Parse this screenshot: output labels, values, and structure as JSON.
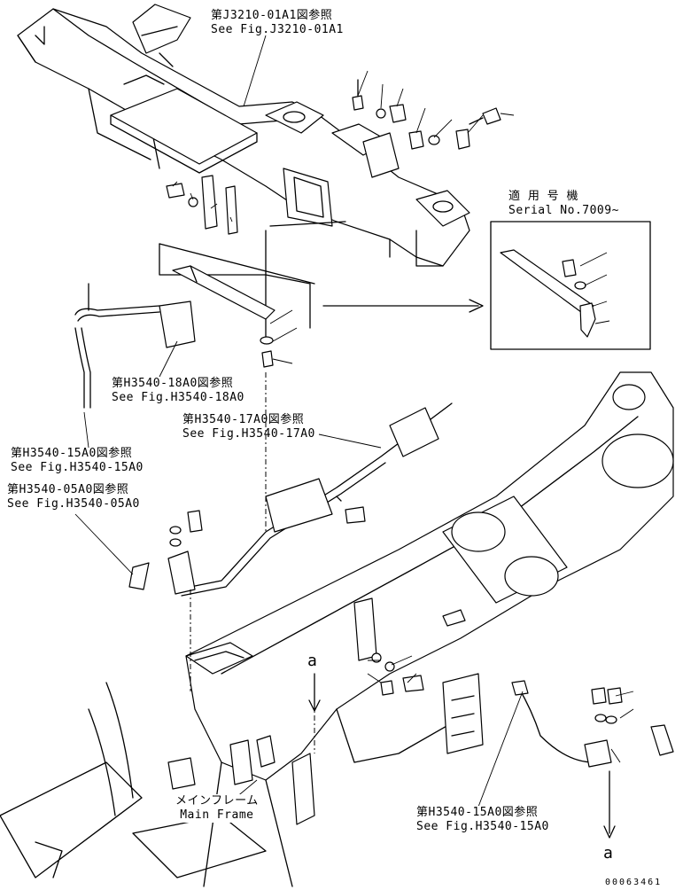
{
  "labels": {
    "ref_j3210_jp": "第J3210-01A1図参照",
    "ref_j3210_en": "See Fig.J3210-01A1",
    "serial_jp": "適 用 号 機",
    "serial_en": "Serial No.7009~",
    "ref_h3540_18_jp": "第H3540-18A0図参照",
    "ref_h3540_18_en": "See Fig.H3540-18A0",
    "ref_h3540_17_jp": "第H3540-17A0図参照",
    "ref_h3540_17_en": "See Fig.H3540-17A0",
    "ref_h3540_15_jp": "第H3540-15A0図参照",
    "ref_h3540_15_en": "See Fig.H3540-15A0",
    "ref_h3540_05_jp": "第H3540-05A0図参照",
    "ref_h3540_05_en": "See Fig.H3540-05A0",
    "main_frame_jp": "メインフレーム",
    "main_frame_en": "Main Frame",
    "ref_h3540_15b_jp": "第H3540-15A0図参照",
    "ref_h3540_15b_en": "See Fig.H3540-15A0",
    "connector_a_top": "a",
    "connector_a_bottom": "a",
    "drawing_number": "00063461"
  }
}
